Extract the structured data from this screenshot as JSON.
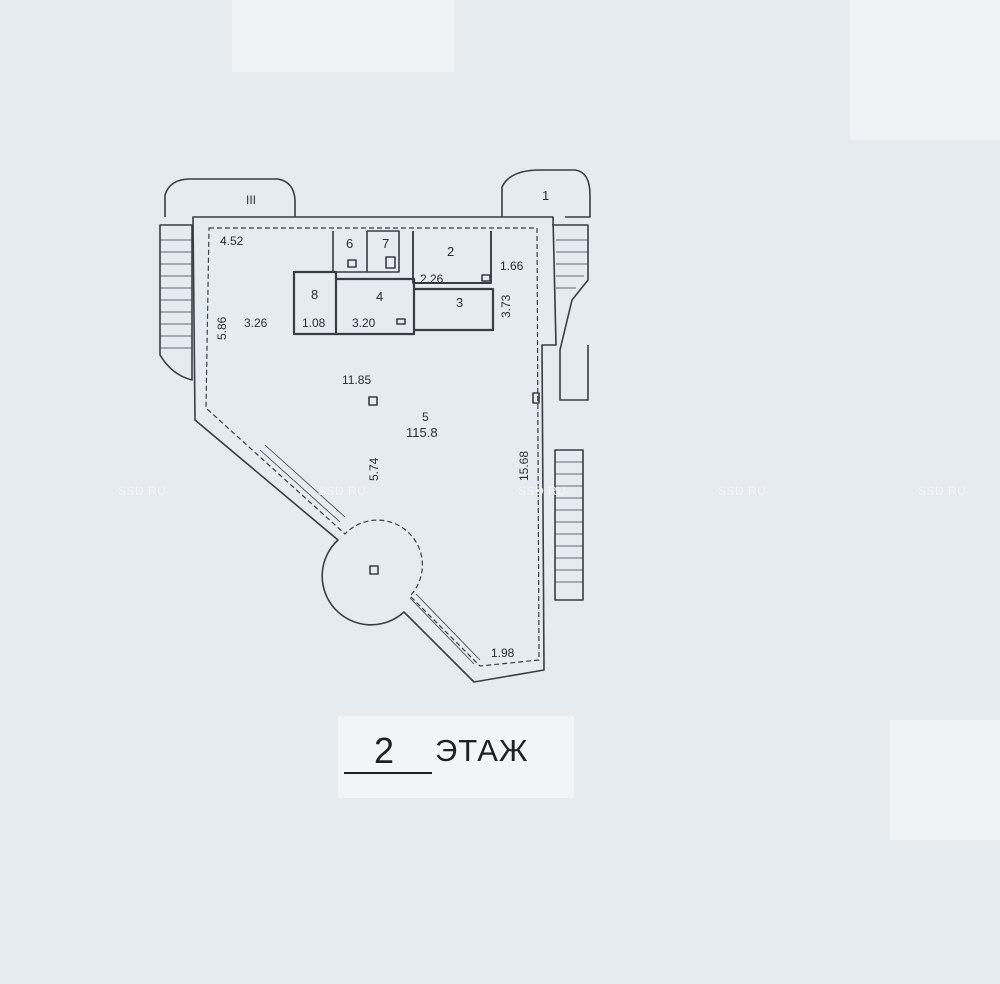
{
  "floor": {
    "number": "2",
    "label": "ЭТАЖ"
  },
  "rooms": {
    "r1": "1",
    "r2": "2",
    "r3": "3",
    "r4": "4",
    "r5": "5",
    "r6": "6",
    "r7": "7",
    "r8": "8",
    "r_stair": "III"
  },
  "room5_area": "115.8",
  "dimensions": {
    "d452": "4.52",
    "d586": "5.86",
    "d326": "3.26",
    "d108": "1.08",
    "d320": "3.20",
    "d226": "2.26",
    "d166": "1.66",
    "d373": "3.73",
    "d1185": "11.85",
    "d574": "5.74",
    "d1568": "15.68",
    "d198": "1.98"
  },
  "watermark": "SSD.RU",
  "colors": {
    "background": "#e6ebf0",
    "lines": "#3a3d44",
    "label_bg": "#f2f4f5"
  }
}
